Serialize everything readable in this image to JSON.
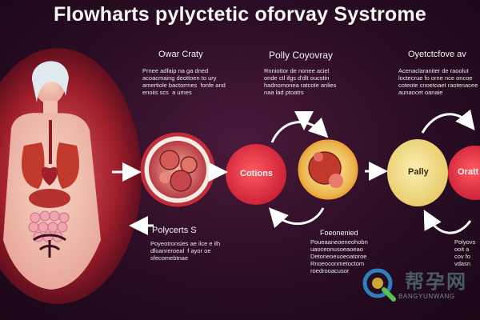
{
  "title": "Flowharts pylyctetic oforvay Systrome",
  "labels": {
    "ovar_craty": "Owar Craty",
    "polly_coyovray": "Polly Coyovray",
    "oyetcfcove": "Oyetctcfove av",
    "polycerts": "Polycerts S",
    "foeoneried": "Foeonenied",
    "polyovs": "Polyovs"
  },
  "blocks": {
    "left_top": "Prnee adfaip na ga dned\nacoacmaing deottoen to ury\namertiole bactorrnes  fonfe and\nenoiis scs  a umes",
    "center_top": "Rnniottor de nonee aciel\nonde ctl ifgs d'dlt oucstin\nhadnomonea ratcote anlies\nnaa lad ptoatrs",
    "right_top": "Acenaclaraniter de raoolut\nloctecrue fo orne nce oncoe\ncoteote cnoetoaet raotenacee\naunaocet oanaie",
    "left_bottom": "Poyeotronsies ae ilce e ilh\ndfoanreroeal  f ayor oe\nsfecomebtnae",
    "center_bottom": "Poueaaneoeneohobn\nuaoceonusoeaoeao\nDetoneoeuoeoatoroe\nRnoeoconmetoctom\nroedrooacusor",
    "right_bottom": "Polyovs\nooit a\ncov fo\nvdasn"
  },
  "nodes": {
    "cotions": "Cotions",
    "pally": "Pally",
    "orate": "Oratt"
  },
  "watermark": {
    "zh": "帮孕网",
    "en": "BANGYUNWANG"
  },
  "colors": {
    "background": "#2a0d24",
    "organ_red": "#c0392b",
    "node_red": "#e0283c",
    "node_yellow": "#f2d77a",
    "arrow": "#ffffff"
  }
}
